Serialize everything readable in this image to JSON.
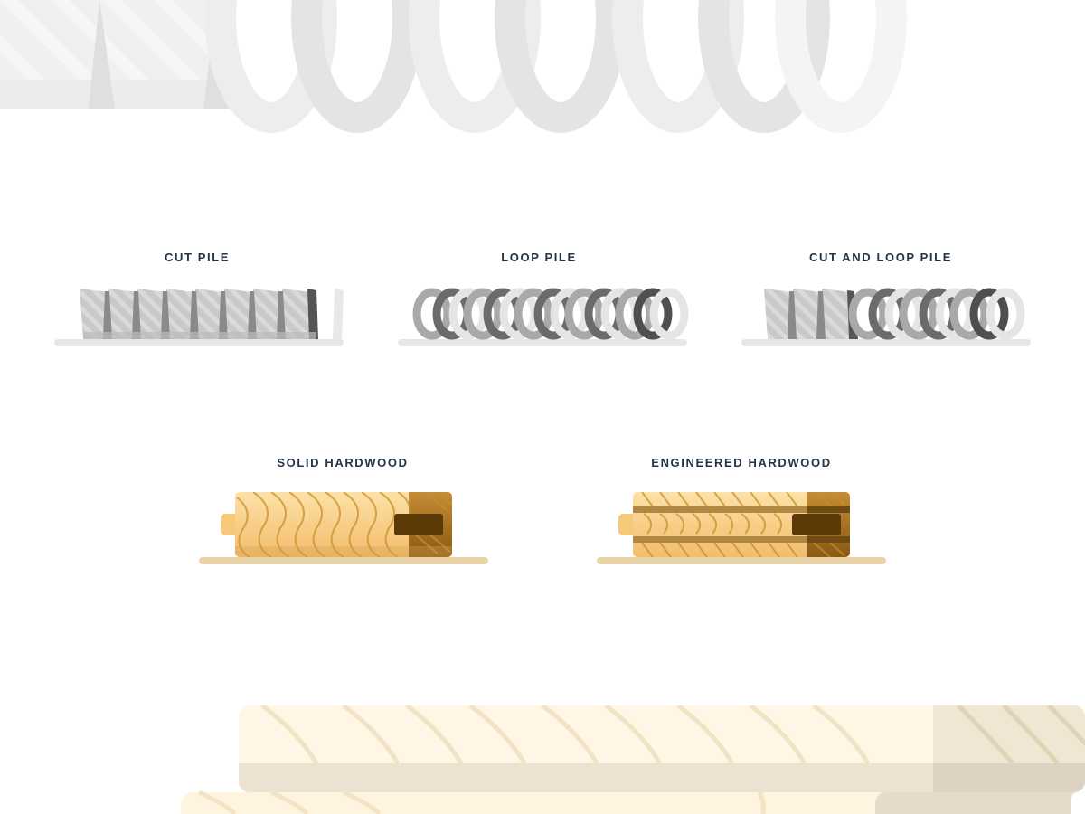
{
  "carpet_types": [
    {
      "label": "CUT PILE"
    },
    {
      "label": "LOOP PILE"
    },
    {
      "label": "CUT AND LOOP PILE"
    }
  ],
  "hardwood_types": [
    {
      "label": "SOLID HARDWOOD"
    },
    {
      "label": "ENGINEERED HARDWOOD"
    }
  ],
  "colors": {
    "label": "#243447",
    "carpet_base": "#e6e6e6",
    "wood_light": "#f7cd86",
    "wood_dark": "#8a5a14",
    "wood_groove": "#5c3a08",
    "wood_base": "#e8d2a6"
  }
}
